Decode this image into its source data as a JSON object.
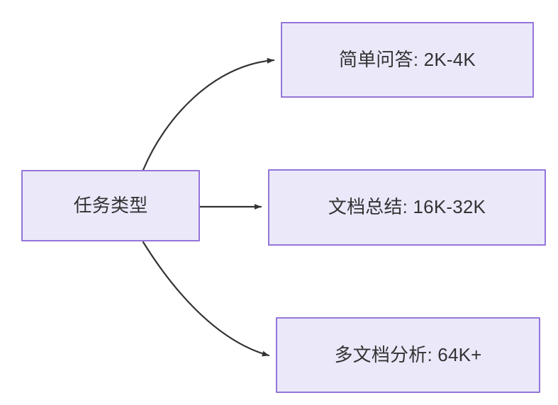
{
  "diagram": {
    "type": "flowchart",
    "direction": "left-to-right",
    "background_color": "#ffffff",
    "node_fill_color": "#ebe8fa",
    "node_border_color": "#9575d8",
    "node_text_color": "#333333",
    "edge_color": "#333333",
    "source_node": {
      "id": "task-type",
      "label": "任务类型"
    },
    "target_nodes": [
      {
        "id": "simple-qa",
        "label": "简单问答: 2K-4K",
        "category": "简单问答",
        "range": "2K-4K"
      },
      {
        "id": "doc-summary",
        "label": "文档总结: 16K-32K",
        "category": "文档总结",
        "range": "16K-32K"
      },
      {
        "id": "multi-doc-analysis",
        "label": "多文档分析: 64K+",
        "category": "多文档分析",
        "range": "64K+"
      }
    ],
    "edges": [
      {
        "id": "edge-to-simple-qa",
        "from": "task-type",
        "to": "simple-qa",
        "style": "curved",
        "arrow": "triangle",
        "label": ""
      },
      {
        "id": "edge-to-doc-summary",
        "from": "task-type",
        "to": "doc-summary",
        "style": "straight",
        "arrow": "triangle",
        "label": ""
      },
      {
        "id": "edge-to-multi-doc",
        "from": "task-type",
        "to": "multi-doc-analysis",
        "style": "curved",
        "arrow": "triangle",
        "label": ""
      }
    ]
  }
}
